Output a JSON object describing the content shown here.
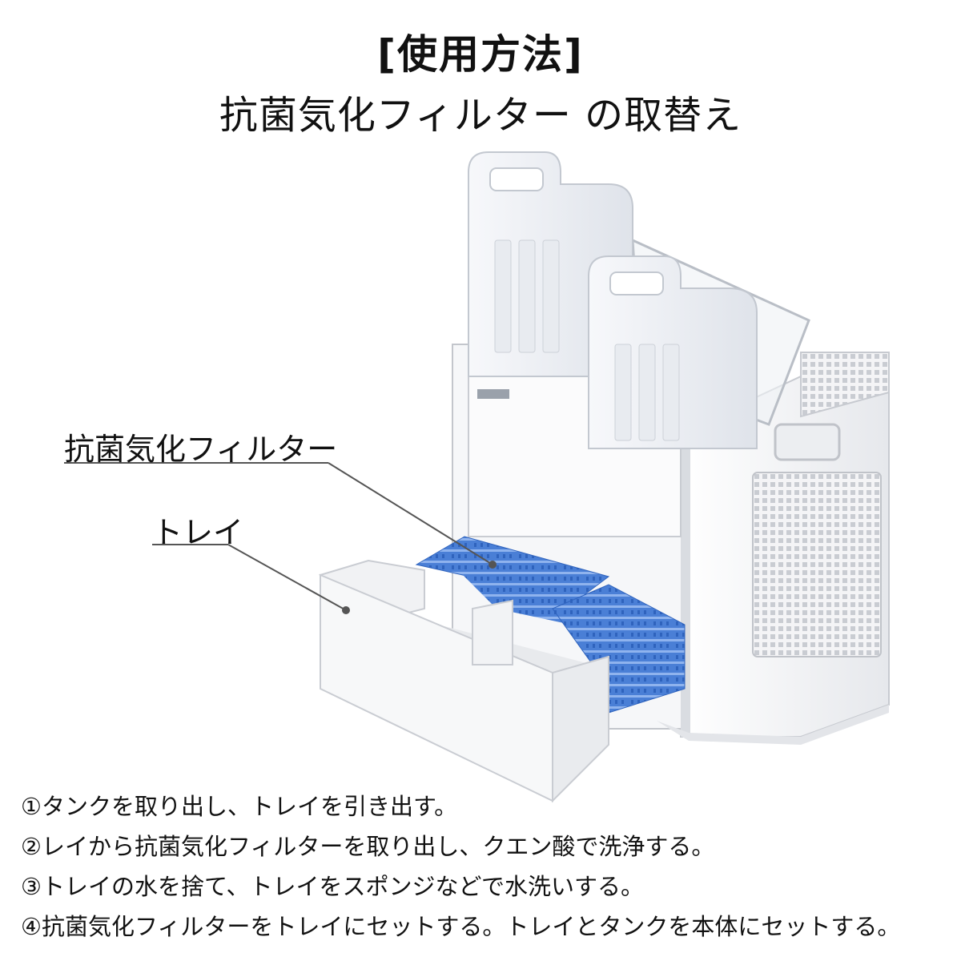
{
  "header": {
    "title": "[使用方法]",
    "subtitle": "抗菌気化フィルター の取替え"
  },
  "labels": {
    "filter": "抗菌気化フィルター",
    "tray": "トレイ"
  },
  "steps": [
    "①タンクを取り出し、トレイを引き出す。",
    "②レイから抗菌気化フィルターを取り出し、クエン酸で洗浄する。",
    "③トレイの水を捨て、トレイをスポンジなどで水洗いする。",
    "④抗菌気化フィルターをトレイにセットする。トレイとタンクを本体にセットする。"
  ],
  "colors": {
    "filter_blue": "#4a7fd6",
    "body_white": "#f2f3f5",
    "leader_line": "#555555"
  }
}
